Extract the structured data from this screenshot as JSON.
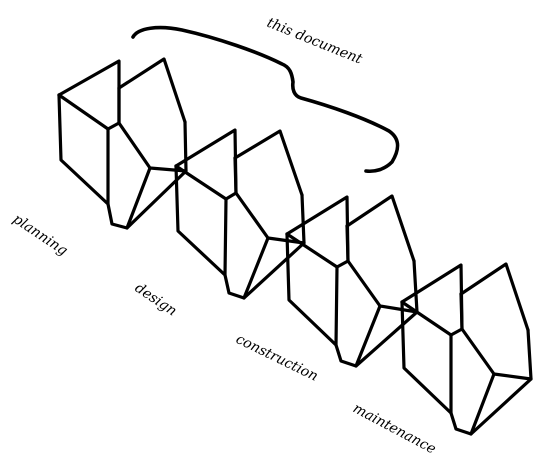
{
  "annotation": {
    "label": "this document"
  },
  "phases": [
    {
      "label": "planning"
    },
    {
      "label": "design"
    },
    {
      "label": "construction"
    },
    {
      "label": "maintenance"
    }
  ],
  "colors": {
    "ink": "#000000",
    "background": "#ffffff"
  }
}
